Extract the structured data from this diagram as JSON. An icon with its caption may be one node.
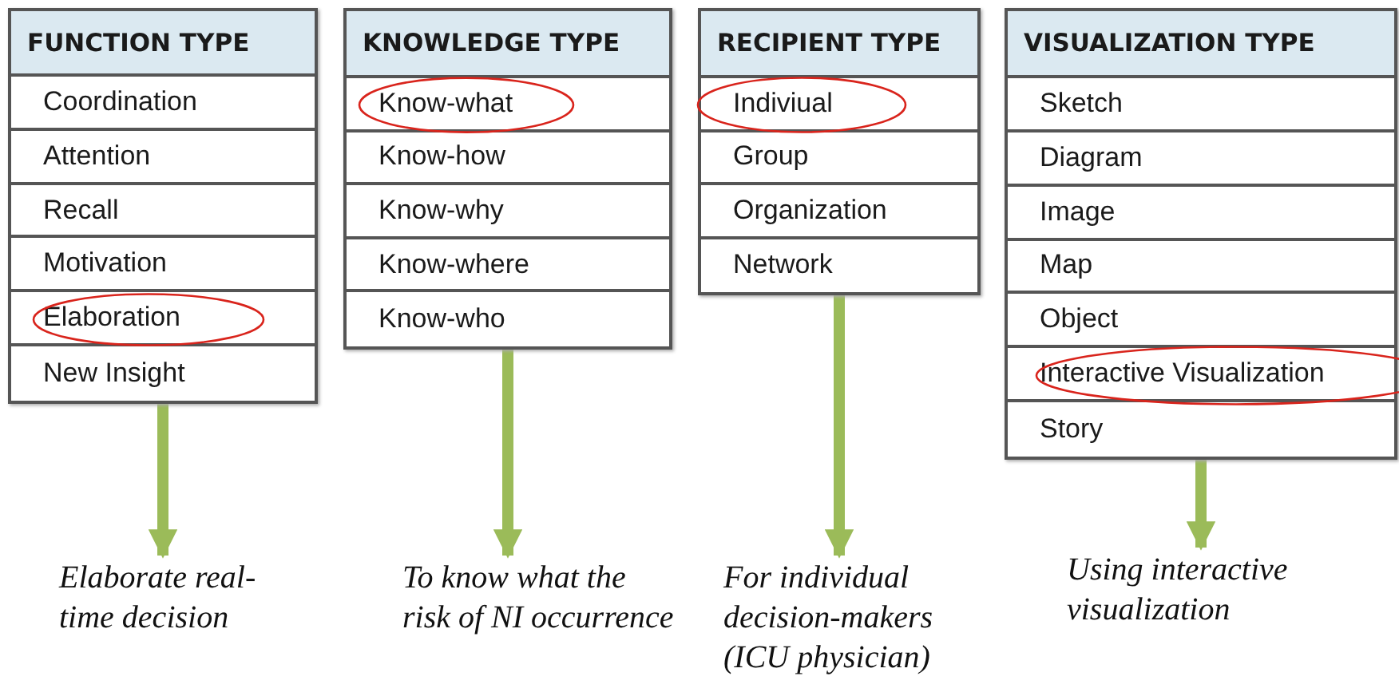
{
  "diagram": {
    "nodes": [
      {
        "text": [
          "FUNCTION TYPE"
        ]
      },
      {
        "text": [
          "Coordination"
        ],
        "in": 0
      },
      {
        "text": [
          "Attention"
        ],
        "in": 0
      },
      {
        "text": [
          "Recall"
        ],
        "in": 0
      },
      {
        "text": [
          "Motivation"
        ],
        "in": 0
      },
      {
        "text": [
          "Elaboration"
        ],
        "in": 0
      },
      {
        "text": [
          "New Insight"
        ],
        "in": 0
      },
      {
        "text": [
          "KNOWLEDGE TYPE"
        ]
      },
      {
        "text": [
          "Know-what"
        ],
        "in": 7
      },
      {
        "text": [
          "Know-how"
        ],
        "in": 7
      },
      {
        "text": [
          "Know-why"
        ],
        "in": 7
      },
      {
        "text": [
          "Know-where"
        ],
        "in": 7
      },
      {
        "text": [
          "Know-who"
        ],
        "in": 7
      },
      {
        "text": [
          "RECIPIENT TYPE"
        ]
      },
      {
        "text": [
          "Indiviual"
        ],
        "in": 13
      },
      {
        "text": [
          "Group"
        ],
        "in": 13
      },
      {
        "text": [
          "Organization"
        ],
        "in": 13
      },
      {
        "text": [
          "Network"
        ],
        "in": 13
      },
      {
        "text": [
          "VISUALIZATION TYPE"
        ]
      },
      {
        "text": [
          "Sketch"
        ],
        "in": 18
      },
      {
        "text": [
          "Diagram"
        ],
        "in": 18
      },
      {
        "text": [
          "Image"
        ],
        "in": 18
      },
      {
        "text": [
          "Map"
        ],
        "in": 18
      },
      {
        "text": [
          "Object"
        ],
        "in": 18
      },
      {
        "text": [
          "Interactive Visualization"
        ],
        "in": 18
      },
      {
        "text": [
          "Story"
        ],
        "in": 18
      },
      {
        "text": [
          "Elaborate real-time decision"
        ]
      },
      {
        "text": [
          "To know what the risk of NI occurrence"
        ]
      },
      {
        "text": [
          "For individual decision-makers (ICU physician)"
        ]
      },
      {
        "text": [
          "Using interactive visualization"
        ]
      }
    ],
    "edges": [
      {
        "from": 0,
        "to": 26,
        "arrow": "to"
      },
      {
        "from": 7,
        "to": 27,
        "arrow": "to"
      },
      {
        "from": 13,
        "to": 28,
        "arrow": "to"
      },
      {
        "from": 18,
        "to": 29,
        "arrow": "to"
      }
    ]
  }
}
